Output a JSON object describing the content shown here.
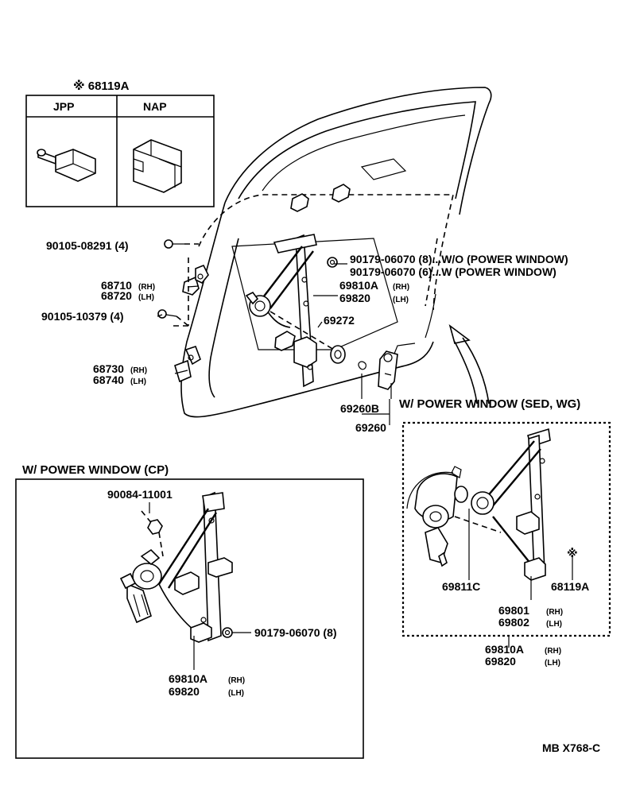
{
  "inset_top": {
    "title": "※ 68119A",
    "col_left": "JPP",
    "col_right": "NAP"
  },
  "labels": {
    "bolt_top": "90105-08291 (4)",
    "hinge_upper_rh": "68710",
    "hinge_upper_rh_side": "(RH)",
    "hinge_upper_lh": "68720",
    "hinge_upper_lh_side": "(LH)",
    "bolt_mid": "90105-10379 (4)",
    "hinge_lower_rh": "68730",
    "hinge_lower_rh_side": "(RH)",
    "hinge_lower_lh": "68740",
    "hinge_lower_lh_side": "(LH)",
    "nut_wo": "90179-06070 (8)...W/O (POWER WINDOW)",
    "nut_w": "90179-06070 (6)...W (POWER WINDOW)",
    "reg_rh": "69810A",
    "reg_rh_side": "(RH)",
    "reg_lh": "69820",
    "reg_lh_side": "(LH)",
    "part_69272": "69272",
    "part_69260b": "69260B",
    "part_69260": "69260"
  },
  "cp_box": {
    "title": "W/ POWER WINDOW (CP)",
    "bolt": "90084-11001",
    "nut": "90179-06070 (8)",
    "reg_rh": "69810A",
    "reg_rh_side": "(RH)",
    "reg_lh": "69820",
    "reg_lh_side": "(LH)"
  },
  "sed_box": {
    "title": "W/ POWER WINDOW (SED, WG)",
    "star": "※",
    "motor": "69811C",
    "clip": "68119A",
    "sub_rh": "69801",
    "sub_rh_side": "(RH)",
    "sub_lh": "69802",
    "sub_lh_side": "(LH)",
    "reg_rh": "69810A",
    "reg_rh_side": "(RH)",
    "reg_lh": "69820",
    "reg_lh_side": "(LH)"
  },
  "footer": {
    "code": "MB  X768-C"
  }
}
